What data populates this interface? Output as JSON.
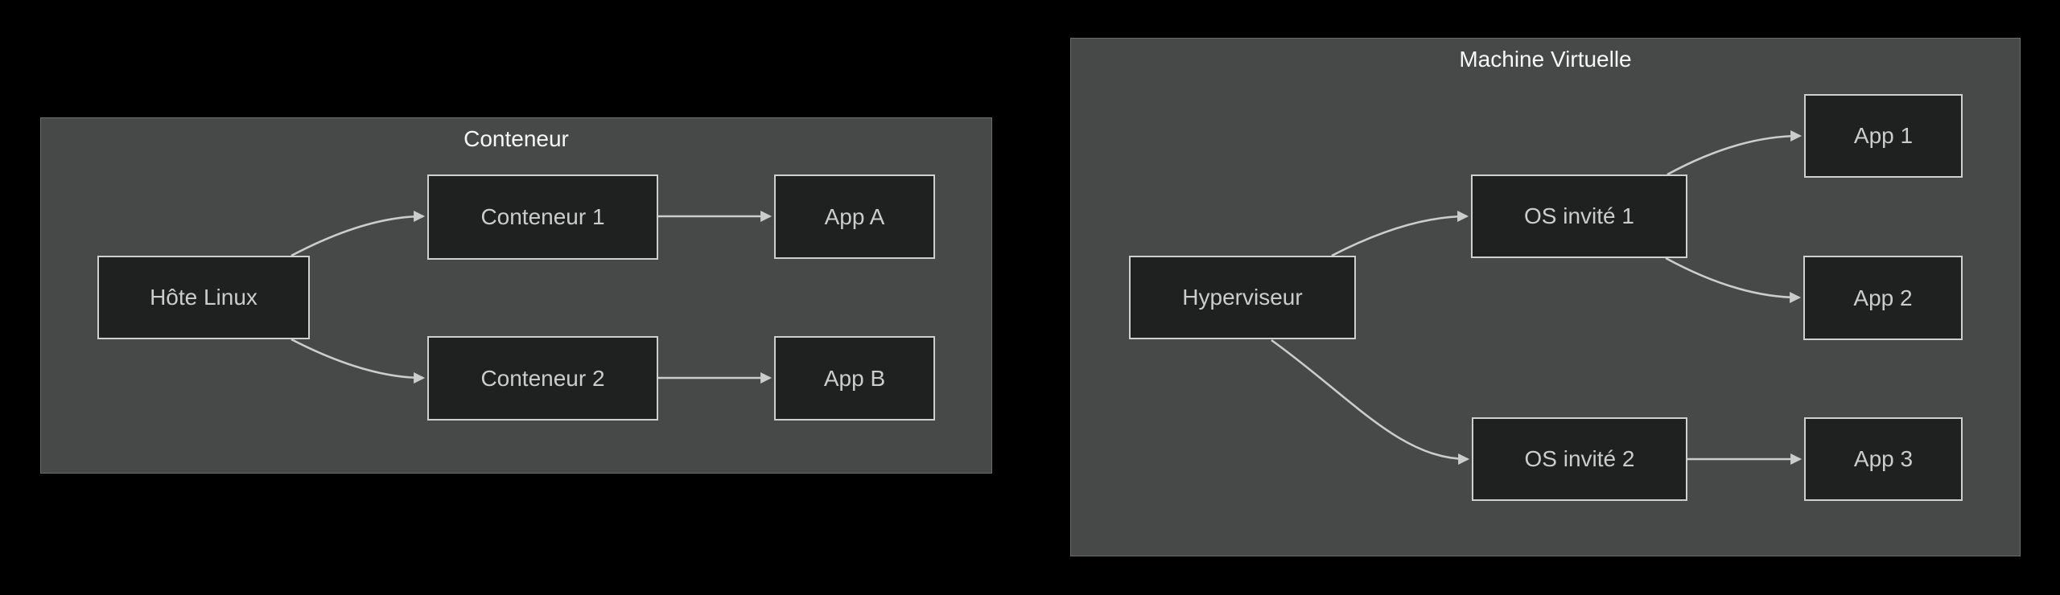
{
  "colors": {
    "background": "#000000",
    "cluster_fill": "#474949",
    "cluster_border": "#6b6d6d",
    "cluster_title": "#f4f8f7",
    "node_fill": "#1f2121",
    "node_border": "#cfcfcf",
    "node_text": "#cccccc",
    "edge": "#cccccc"
  },
  "diagram_type": "flowchart-left-to-right",
  "clusters": [
    {
      "title": "Conteneur",
      "nodes": [
        {
          "label": "Hôte Linux"
        },
        {
          "label": "Conteneur 1"
        },
        {
          "label": "Conteneur 2"
        },
        {
          "label": "App A"
        },
        {
          "label": "App B"
        }
      ],
      "edges": [
        {
          "from": "Hôte Linux",
          "to": "Conteneur 1"
        },
        {
          "from": "Hôte Linux",
          "to": "Conteneur 2"
        },
        {
          "from": "Conteneur 1",
          "to": "App A"
        },
        {
          "from": "Conteneur 2",
          "to": "App B"
        }
      ]
    },
    {
      "title": "Machine Virtuelle",
      "nodes": [
        {
          "label": "Hyperviseur"
        },
        {
          "label": "OS invité 1"
        },
        {
          "label": "OS invité 2"
        },
        {
          "label": "App 1"
        },
        {
          "label": "App 2"
        },
        {
          "label": "App 3"
        }
      ],
      "edges": [
        {
          "from": "Hyperviseur",
          "to": "OS invité 1"
        },
        {
          "from": "Hyperviseur",
          "to": "OS invité 2"
        },
        {
          "from": "OS invité 1",
          "to": "App 1"
        },
        {
          "from": "OS invité 1",
          "to": "App 2"
        },
        {
          "from": "OS invité 2",
          "to": "App 3"
        }
      ]
    }
  ]
}
